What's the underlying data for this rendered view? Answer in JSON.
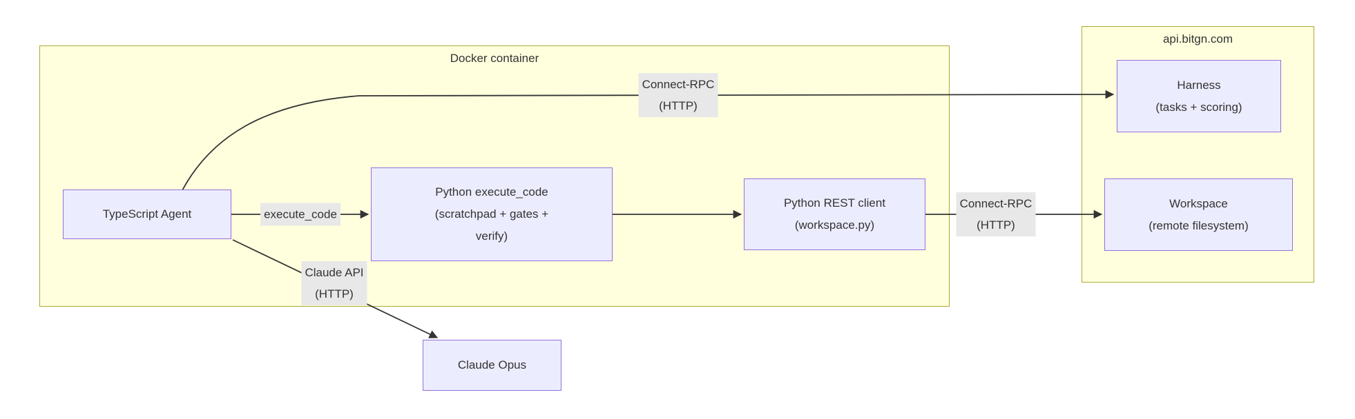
{
  "colors": {
    "cluster_fill": "#ffffde",
    "cluster_border": "#aaaa33",
    "node_fill": "#ececff",
    "node_border": "#9370db",
    "edge_color": "#333333",
    "label_bg": "#e8e8e8",
    "text_color": "#333333",
    "page_bg": "#ffffff"
  },
  "clusters": {
    "docker": {
      "label": "Docker container"
    },
    "api": {
      "label": "api.bitgn.com"
    }
  },
  "nodes": {
    "typescript_agent": {
      "line1": "TypeScript Agent"
    },
    "python_execute_code": {
      "line1": "Python execute_code",
      "line2": "(scratchpad + gates +",
      "line3": "verify)"
    },
    "python_rest_client": {
      "line1": "Python REST client",
      "line2": "(workspace.py)"
    },
    "harness": {
      "line1": "Harness",
      "line2": "(tasks + scoring)"
    },
    "workspace": {
      "line1": "Workspace",
      "line2": "(remote filesystem)"
    },
    "claude_opus": {
      "line1": "Claude Opus"
    }
  },
  "edge_labels": {
    "agent_to_harness": {
      "line1": "Connect-RPC",
      "line2": "(HTTP)"
    },
    "agent_to_execute": {
      "line1": "execute_code"
    },
    "rest_to_workspace": {
      "line1": "Connect-RPC",
      "line2": "(HTTP)"
    },
    "agent_to_claude": {
      "line1": "Claude API",
      "line2": "(HTTP)"
    }
  }
}
